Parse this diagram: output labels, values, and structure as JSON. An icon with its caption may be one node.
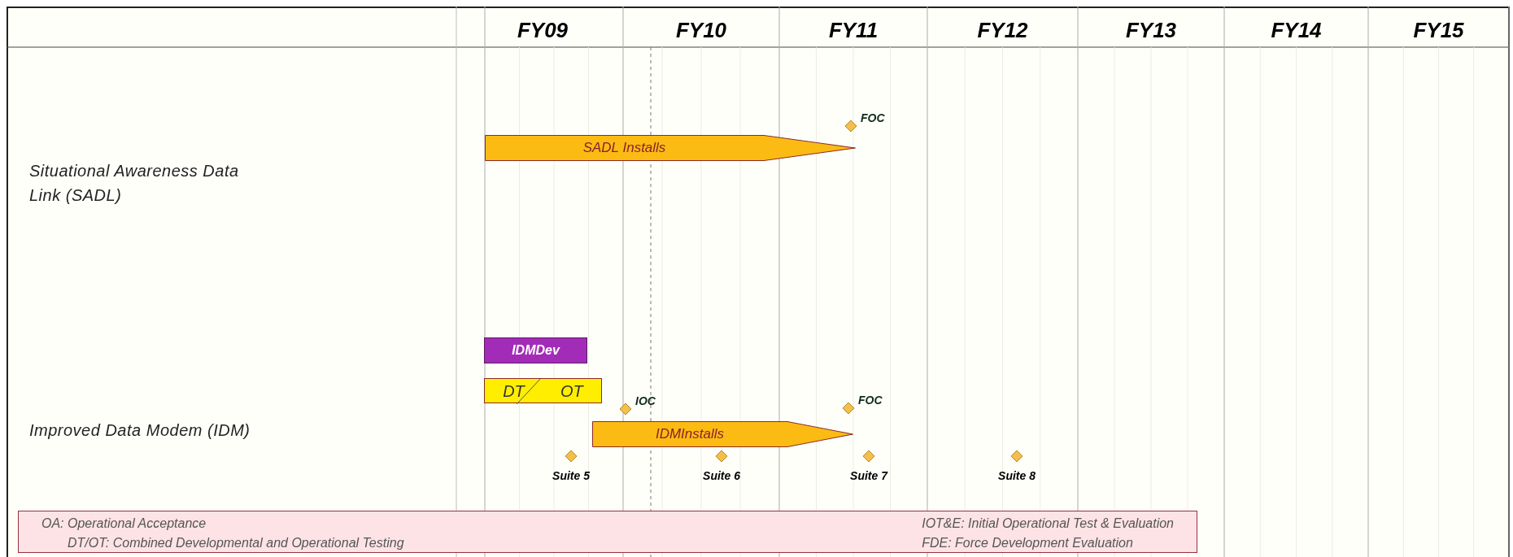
{
  "diagram": {
    "nodes": [
      {
        "text": [
          "SADL Installs"
        ]
      },
      {
        "text": [],
        "shape": "diamond",
        "beside": [
          "FOC"
        ]
      },
      {
        "text": [
          "IDMDev"
        ]
      },
      {
        "text": [
          "DT",
          "OT"
        ]
      },
      {
        "text": [],
        "shape": "diamond",
        "beside": [
          "IOC"
        ]
      },
      {
        "text": [
          "IDMInstalls"
        ]
      },
      {
        "text": [],
        "shape": "diamond",
        "beside": [
          "FOC"
        ]
      },
      {
        "text": [],
        "shape": "diamond",
        "beside": [
          "Suite 5"
        ]
      },
      {
        "text": [],
        "shape": "diamond",
        "beside": [
          "Suite 6"
        ]
      },
      {
        "text": [],
        "shape": "diamond",
        "beside": [
          "Suite 7"
        ]
      },
      {
        "text": [],
        "shape": "diamond",
        "beside": [
          "Suite 8"
        ]
      },
      {
        "text": [
          "OA: Operational Acceptance",
          "IOT&E: Initial Operational Test & Evaluation",
          "DT/OT: Combined Developmental and Operational Testing",
          "FDE: Force Development Evaluation"
        ]
      }
    ],
    "labels": [
      "FY09",
      "FY10",
      "FY11",
      "FY12",
      "FY13",
      "FY14",
      "FY15",
      "Situational Awareness Data Link (SADL)",
      "Improved Data Modem (IDM)"
    ]
  }
}
